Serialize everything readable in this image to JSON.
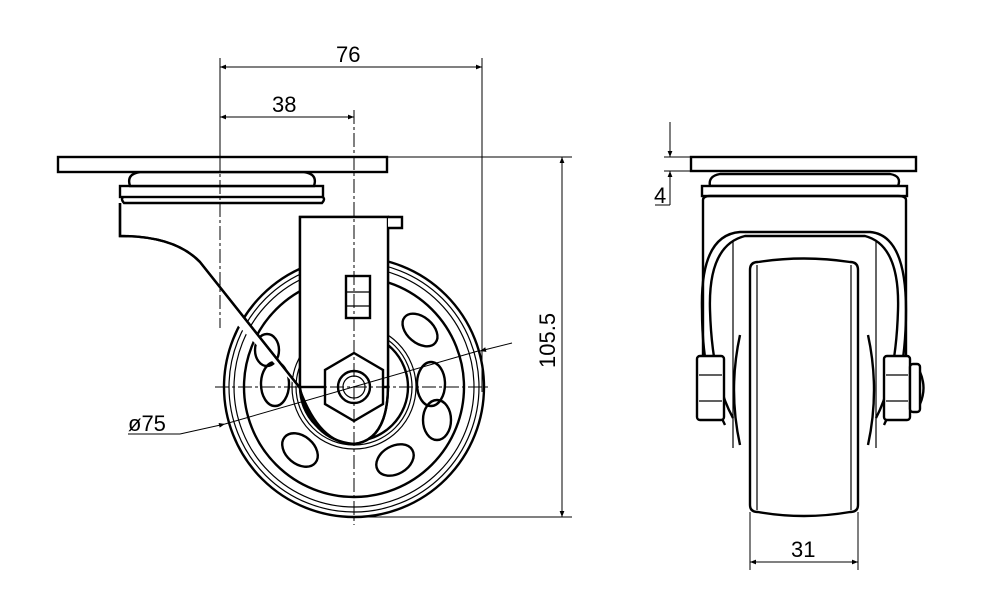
{
  "drawing": {
    "dimensions": {
      "overall_offset": "76",
      "half_offset": "38",
      "height": "105.5",
      "wheel_diameter": "ø75",
      "plate_thickness": "4",
      "wheel_width": "31"
    }
  }
}
